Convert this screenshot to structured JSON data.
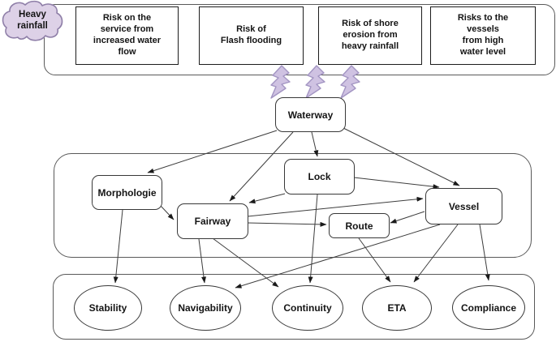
{
  "diagram": {
    "cloud": {
      "label": "Heavy\nrainfall"
    },
    "risk_boxes": [
      {
        "label": "Risk on the\nservice from\nincreased water\nflow"
      },
      {
        "label": "Risk of\nFlash flooding"
      },
      {
        "label": "Risk of shore\nerosion from\nheavy rainfall"
      },
      {
        "label": "Risks to the\nvessels\nfrom high\nwater level"
      }
    ],
    "nodes": {
      "waterway": "Waterway",
      "morphologie": "Morphologie",
      "fairway": "Fairway",
      "lock": "Lock",
      "route": "Route",
      "vessel": "Vessel"
    },
    "outcomes": [
      "Stability",
      "Navigability",
      "Continuity",
      "ETA",
      "Compliance"
    ],
    "edges": [
      {
        "from": "Waterway",
        "to": "Morphologie"
      },
      {
        "from": "Waterway",
        "to": "Fairway"
      },
      {
        "from": "Waterway",
        "to": "Lock"
      },
      {
        "from": "Waterway",
        "to": "Vessel"
      },
      {
        "from": "Morphologie",
        "to": "Fairway"
      },
      {
        "from": "Morphologie",
        "to": "Stability"
      },
      {
        "from": "Lock",
        "to": "Fairway"
      },
      {
        "from": "Lock",
        "to": "Vessel"
      },
      {
        "from": "Lock",
        "to": "Continuity"
      },
      {
        "from": "Fairway",
        "to": "Route"
      },
      {
        "from": "Fairway",
        "to": "Vessel"
      },
      {
        "from": "Fairway",
        "to": "Navigability"
      },
      {
        "from": "Fairway",
        "to": "Continuity"
      },
      {
        "from": "Vessel",
        "to": "Route"
      },
      {
        "from": "Vessel",
        "to": "Navigability"
      },
      {
        "from": "Vessel",
        "to": "ETA"
      },
      {
        "from": "Vessel",
        "to": "Compliance"
      },
      {
        "from": "Route",
        "to": "ETA"
      }
    ],
    "colors": {
      "cloud_fill": "#ddd1e7",
      "cloud_stroke": "#8f7fa8",
      "bolt_fill": "#cfc2e2",
      "bolt_stroke": "#a294c2",
      "line": "#3d3d3d",
      "container_stroke": "#595959"
    }
  }
}
